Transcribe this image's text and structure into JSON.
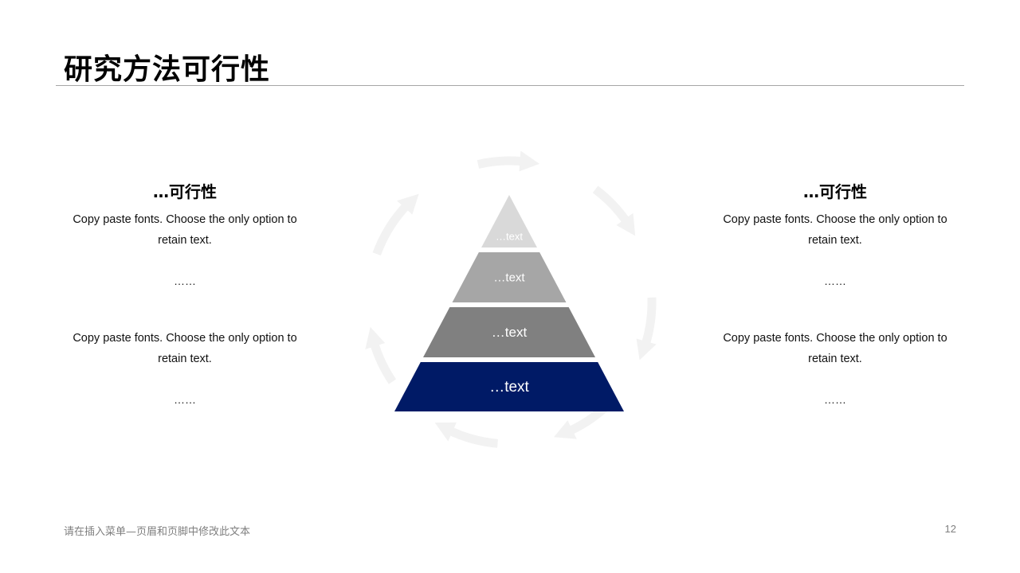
{
  "slide": {
    "title": "研究方法可行性",
    "left": {
      "heading": "…可行性",
      "text1": "Copy paste fonts. Choose the only option to retain text.",
      "dots1": "……",
      "text2": "Copy paste fonts. Choose the only option to retain text.",
      "dots2": "……"
    },
    "right": {
      "heading": "…可行性",
      "text1": "Copy paste fonts. Choose the only option to retain text.",
      "dots1": "……",
      "text2": "Copy paste fonts. Choose the only option to retain text.",
      "dots2": "……"
    },
    "pyramid": [
      {
        "label": "…text",
        "color": "#d9d9d9"
      },
      {
        "label": "…text",
        "color": "#a6a6a6"
      },
      {
        "label": "…text",
        "color": "#808080"
      },
      {
        "label": "…text",
        "color": "#001a66"
      }
    ],
    "cycle_arrow_color": "#f2f2f2",
    "footer": "请在插入菜单—页眉和页脚中修改此文本",
    "page_number": "12"
  }
}
